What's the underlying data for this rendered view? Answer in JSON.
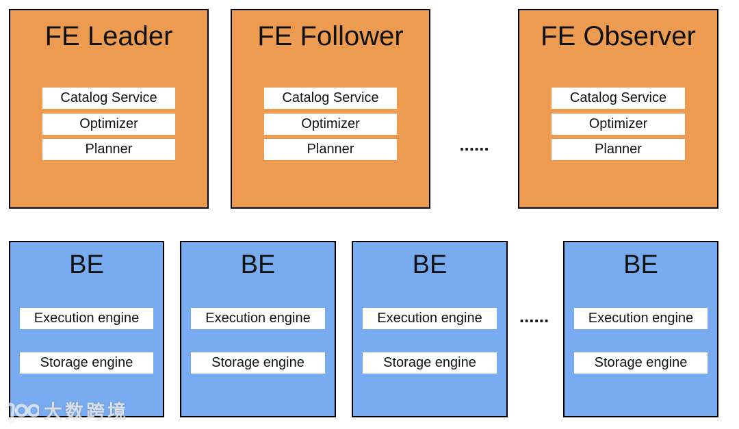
{
  "colors": {
    "fe_fill": "#EC9B50",
    "be_fill": "#78ABF0",
    "border": "#000000",
    "component_fill": "#FFFFFF",
    "text": "#111111"
  },
  "fe_row": {
    "nodes": [
      {
        "title": "FE Leader",
        "components": [
          "Catalog Service",
          "Optimizer",
          "Planner"
        ]
      },
      {
        "title": "FE Follower",
        "components": [
          "Catalog Service",
          "Optimizer",
          "Planner"
        ]
      },
      {
        "title": "FE Observer",
        "components": [
          "Catalog Service",
          "Optimizer",
          "Planner"
        ]
      }
    ],
    "ellipsis": "......"
  },
  "be_row": {
    "nodes": [
      {
        "title": "BE",
        "components": [
          "Execution engine",
          "Storage engine"
        ]
      },
      {
        "title": "BE",
        "components": [
          "Execution engine",
          "Storage engine"
        ]
      },
      {
        "title": "BE",
        "components": [
          "Execution engine",
          "Storage engine"
        ]
      },
      {
        "title": "BE",
        "components": [
          "Execution engine",
          "Storage engine"
        ]
      }
    ],
    "ellipsis": "......"
  },
  "watermark": {
    "logo": "10100-rings-logo",
    "text": "大数跨境"
  }
}
